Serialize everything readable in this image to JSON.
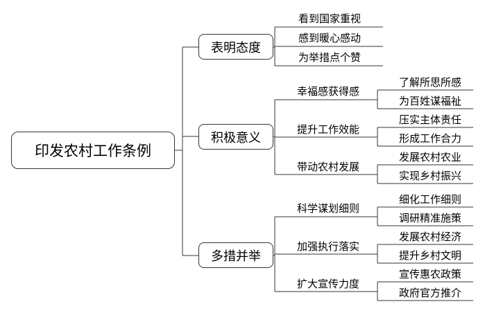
{
  "diagram": {
    "root": "印发农村工作条例",
    "branches": [
      {
        "label": "表明态度",
        "children": [
          {
            "label": "看到国家重视",
            "children": []
          },
          {
            "label": "感到暖心感动",
            "children": []
          },
          {
            "label": "为举措点个赞",
            "children": []
          }
        ]
      },
      {
        "label": "积极意义",
        "children": [
          {
            "label": "幸福感获得感",
            "children": [
              "了解所思所感",
              "为百姓谋福祉"
            ]
          },
          {
            "label": "提升工作效能",
            "children": [
              "压实主体责任",
              "形成工作合力"
            ]
          },
          {
            "label": "带动农村发展",
            "children": [
              "发展农村农业",
              "实现乡村振兴"
            ]
          }
        ]
      },
      {
        "label": "多措并举",
        "children": [
          {
            "label": "科学谋划细则",
            "children": [
              "细化工作细则",
              "调研精准施策"
            ]
          },
          {
            "label": "加强执行落实",
            "children": [
              "发展农村经济",
              "提升乡村文明"
            ]
          },
          {
            "label": "扩大宣传力度",
            "children": [
              "宣传惠农政策",
              "政府官方推介"
            ]
          }
        ]
      }
    ],
    "colors": {
      "line": "#333333",
      "text": "#000000",
      "background": "#ffffff"
    }
  }
}
